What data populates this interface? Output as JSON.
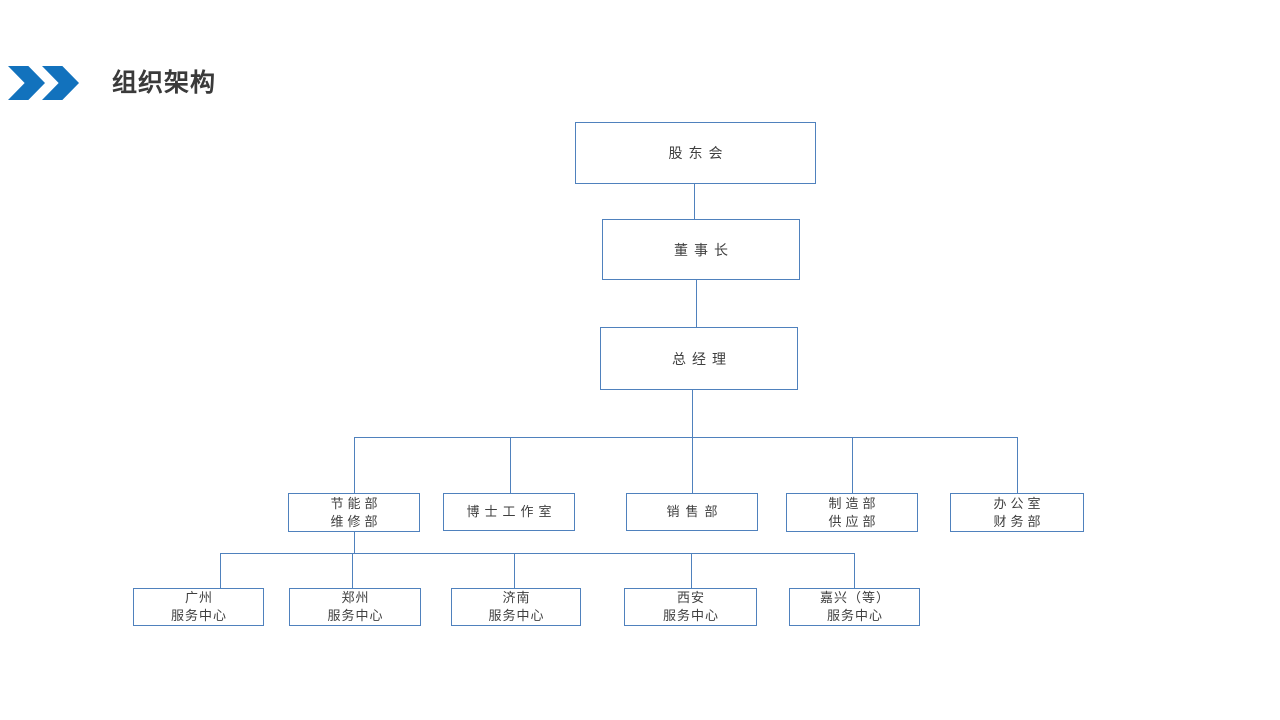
{
  "theme": {
    "accent_color": "#1272bd",
    "line_color": "#4f81bd",
    "box_border_color": "#4f81bd",
    "text_color": "#3f3f3f",
    "title_color": "#3a3a3a",
    "bg_color": "#ffffff"
  },
  "slide": {
    "title": "组织架构"
  },
  "org_chart": {
    "type": "org-chart",
    "nodes": {
      "shareholders": {
        "lines": [
          "股东会"
        ]
      },
      "chairman": {
        "lines": [
          "董事长"
        ]
      },
      "general_manager": {
        "lines": [
          "总经理"
        ]
      },
      "energy_maintenance": {
        "lines": [
          "节能部",
          "维修部"
        ]
      },
      "phd_studio": {
        "lines": [
          "博士工作室"
        ]
      },
      "sales": {
        "lines": [
          "销售部"
        ]
      },
      "manufacturing_supply": {
        "lines": [
          "制造部",
          "供应部"
        ]
      },
      "office_finance": {
        "lines": [
          "办公室",
          "财务部"
        ]
      },
      "guangzhou": {
        "lines": [
          "广州",
          "服务中心"
        ]
      },
      "zhengzhou": {
        "lines": [
          "郑州",
          "服务中心"
        ]
      },
      "jinan": {
        "lines": [
          "济南",
          "服务中心"
        ]
      },
      "xian": {
        "lines": [
          "西安",
          "服务中心"
        ]
      },
      "jiaxing": {
        "lines": [
          "嘉兴（等）",
          "服务中心"
        ]
      }
    },
    "edges": [
      [
        "shareholders",
        "chairman"
      ],
      [
        "chairman",
        "general_manager"
      ],
      [
        "general_manager",
        "energy_maintenance"
      ],
      [
        "general_manager",
        "phd_studio"
      ],
      [
        "general_manager",
        "sales"
      ],
      [
        "general_manager",
        "manufacturing_supply"
      ],
      [
        "general_manager",
        "office_finance"
      ],
      [
        "energy_maintenance",
        "guangzhou"
      ],
      [
        "energy_maintenance",
        "zhengzhou"
      ],
      [
        "energy_maintenance",
        "jinan"
      ],
      [
        "energy_maintenance",
        "xian"
      ],
      [
        "energy_maintenance",
        "jiaxing"
      ]
    ]
  }
}
